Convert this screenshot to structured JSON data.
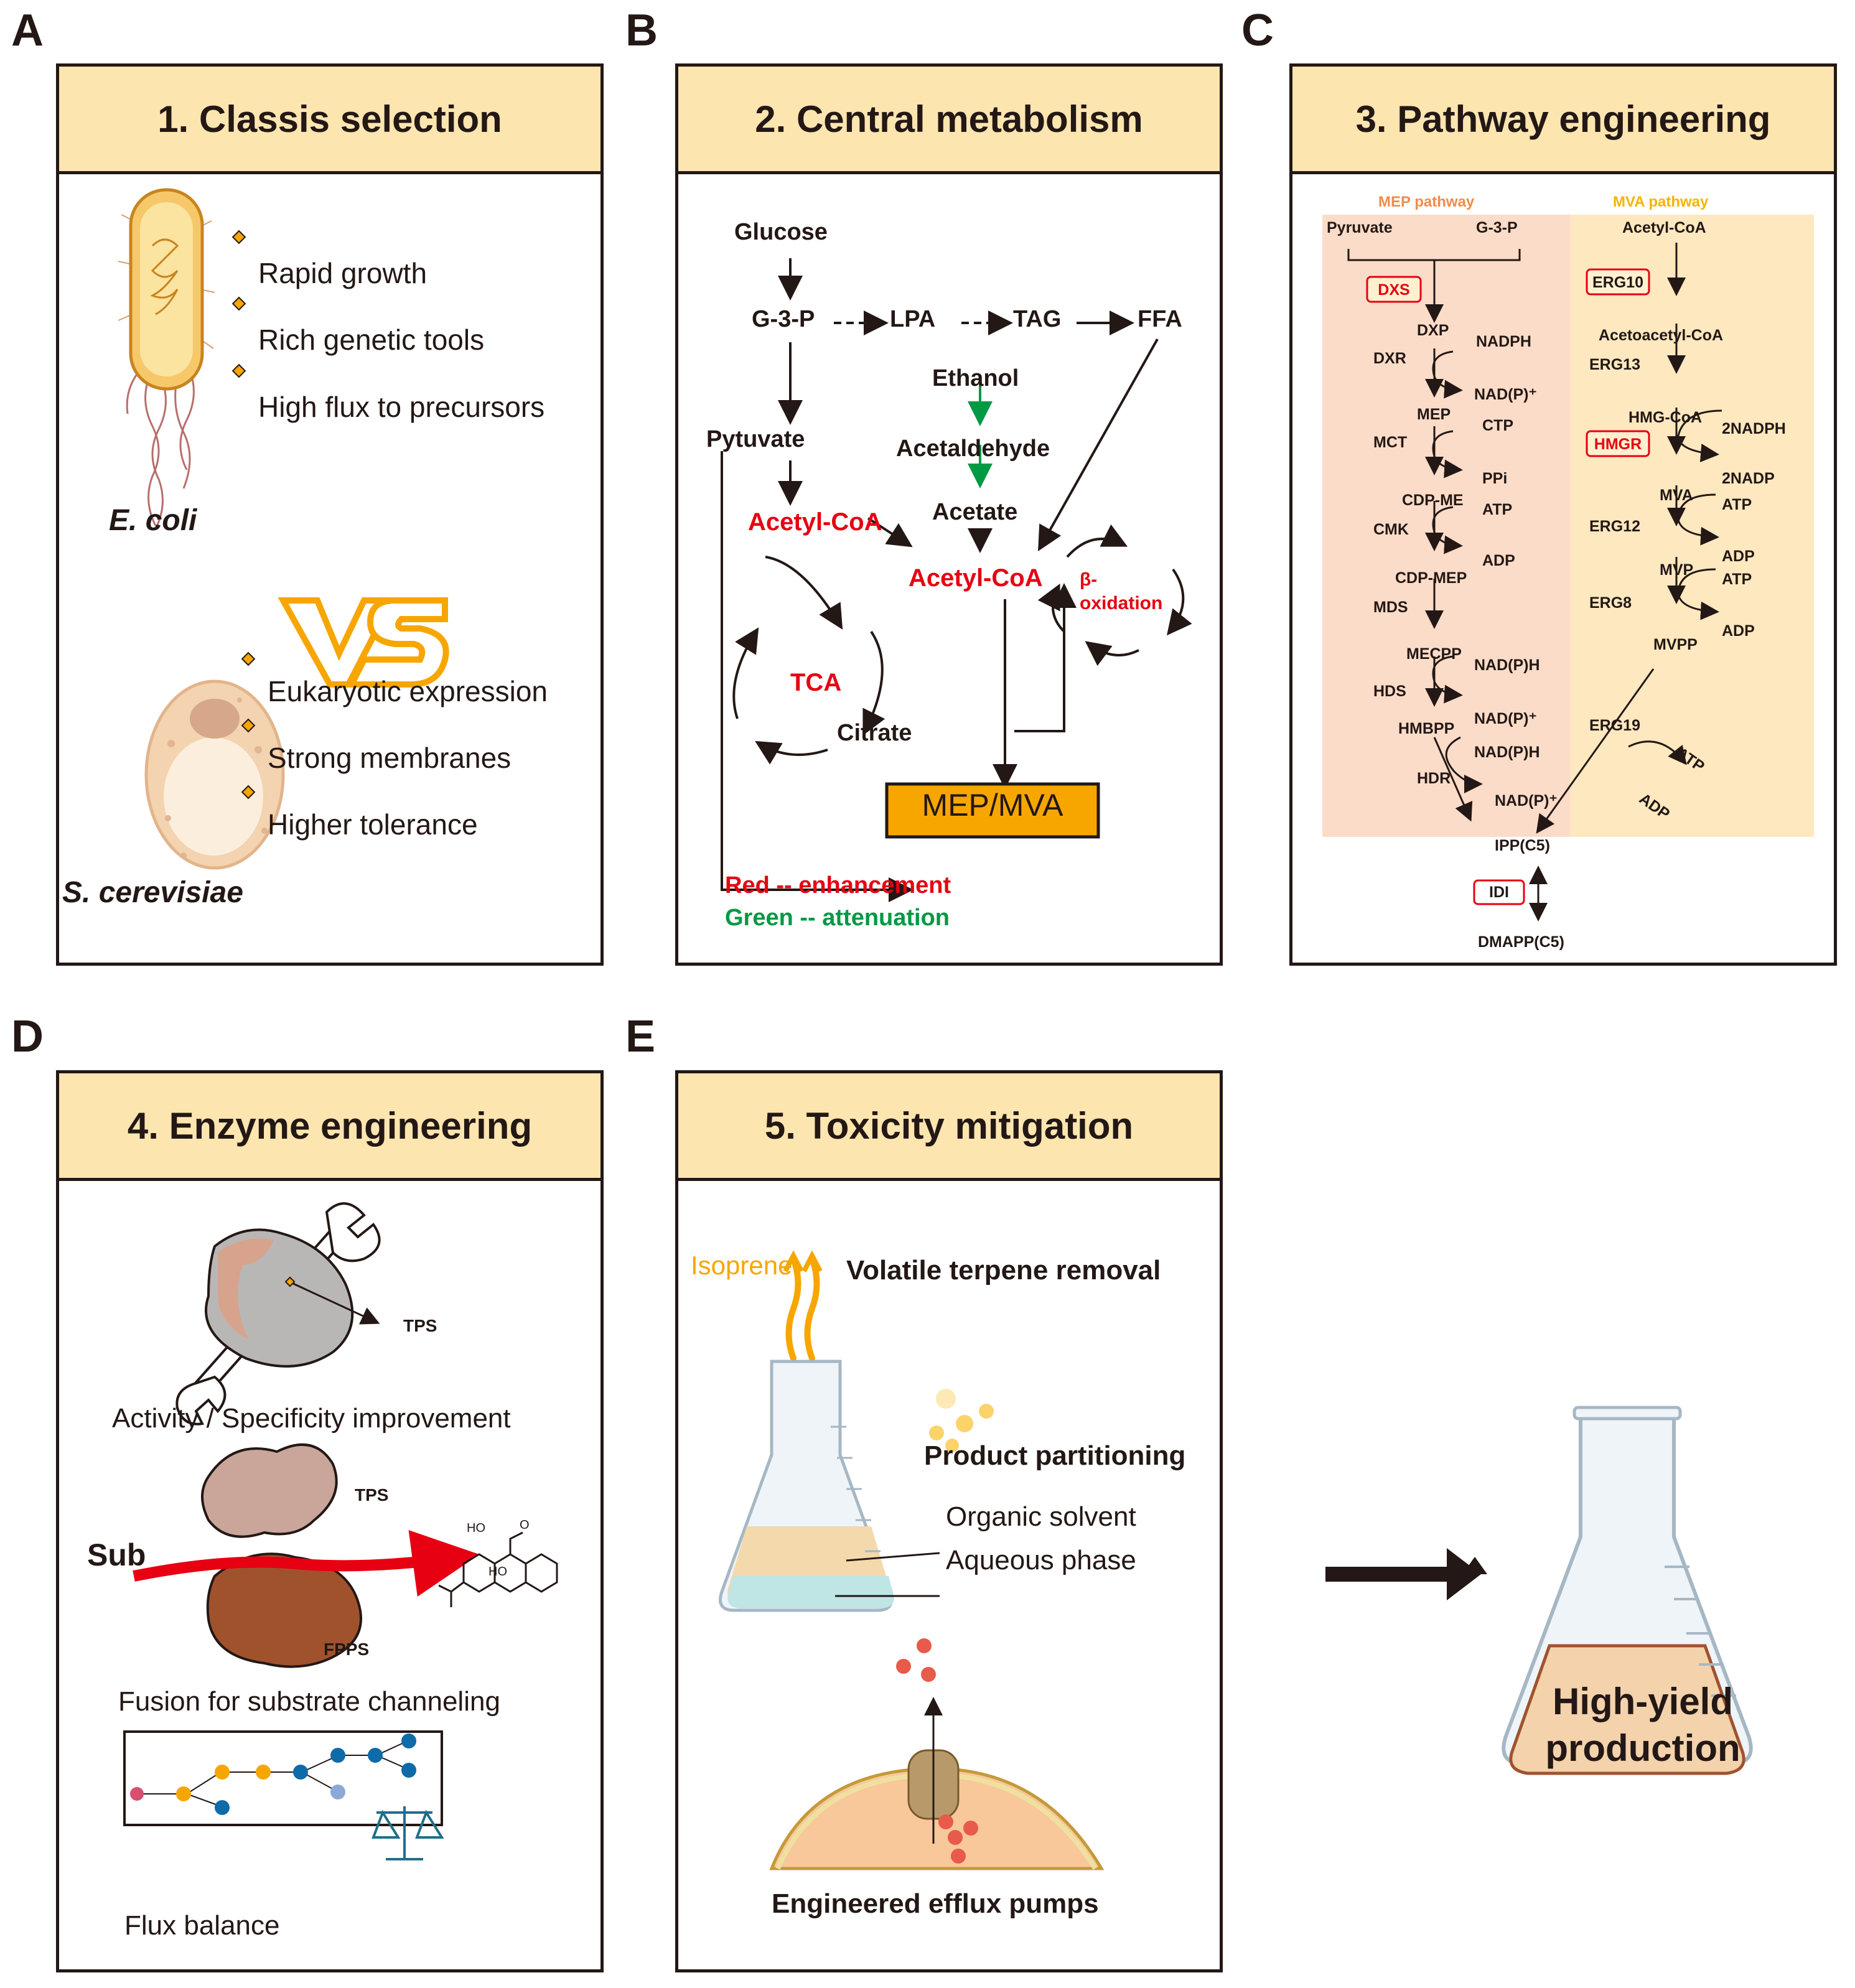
{
  "panels": {
    "A": {
      "letter": "A",
      "title": "1. Classis selection",
      "ecoli": {
        "name": "E. coli",
        "features": [
          "Rapid growth",
          "Rich genetic tools",
          "High flux to precursors"
        ]
      },
      "vs": "VS",
      "yeast": {
        "name": "S. cerevisiae",
        "features": [
          "Eukaryotic expression",
          "Strong membranes",
          "Higher tolerance"
        ]
      }
    },
    "B": {
      "letter": "B",
      "title": "2. Central metabolism",
      "nodes": {
        "glucose": "Glucose",
        "g3p": "G-3-P",
        "lpa": "LPA",
        "tag": "TAG",
        "ffa": "FFA",
        "ethanol": "Ethanol",
        "pytuvate": "Pytuvate",
        "acetaldehyde": "Acetaldehyde",
        "acetate": "Acetate",
        "acetylcoa1": "Acetyl-CoA",
        "acetylcoa2": "Acetyl-CoA",
        "tca": "TCA",
        "citrate": "Citrate",
        "beta": "β-",
        "oxidation": "oxidation",
        "mepmva": "MEP/MVA"
      },
      "legend": {
        "red": "Red -- enhancement",
        "green": "Green -- attenuation"
      }
    },
    "C": {
      "letter": "C",
      "title": "3. Pathway engineering",
      "mep": {
        "header": "MEP pathway",
        "pyruvate": "Pyruvate",
        "g3p": "G-3-P",
        "dxs": "DXS",
        "dxp": "DXP",
        "dxr": "DXR",
        "nadph": "NADPH",
        "nadp_plus": "NAD(P)⁺",
        "mep": "MEP",
        "mct": "MCT",
        "ctp": "CTP",
        "ppi": "PPi",
        "cdpme": "CDP-ME",
        "cmk": "CMK",
        "atp": "ATP",
        "adp": "ADP",
        "cdpmep": "CDP-MEP",
        "mds": "MDS",
        "mecpp": "MECPP",
        "hds": "HDS",
        "nadph2": "NAD(P)H",
        "nadp2": "NAD(P)⁺",
        "hmbpp": "HMBPP",
        "hdr": "HDR",
        "nadph3": "NAD(P)H",
        "nadp3": "NAD(P)⁺"
      },
      "mva": {
        "header": "MVA pathway",
        "acetylcoa": "Acetyl-CoA",
        "erg10": "ERG10",
        "acetoacetyl": "Acetoacetyl-CoA",
        "erg13": "ERG13",
        "hmgcoa": "HMG-CoA",
        "hmgr": "HMGR",
        "nadph2": "2NADPH",
        "nadp2": "2NADP",
        "mva": "MVA",
        "erg12": "ERG12",
        "atp1": "ATP",
        "adp1": "ADP",
        "mvp": "MVP",
        "erg8": "ERG8",
        "atp2": "ATP",
        "adp2": "ADP",
        "mvpp": "MVPP",
        "erg19": "ERG19",
        "atp3": "ATP",
        "adp3": "ADP"
      },
      "ipp": "IPP(C5)",
      "idi": "IDI",
      "dmapp": "DMAPP(C5)"
    },
    "D": {
      "letter": "D",
      "title": "4. Enzyme engineering",
      "tps1": "TPS",
      "activity": "Activity / Specificity improvement",
      "sub": "Sub",
      "tps2": "TPS",
      "fpps": "FPPS",
      "fusion": "Fusion for substrate channeling",
      "flux": "Flux balance",
      "ho1": "HO",
      "ho2": "HO",
      "o": "O"
    },
    "E": {
      "letter": "E",
      "title": "5. Toxicity mitigation",
      "isoprene": "Isoprene",
      "volatile": "Volatile terpene removal",
      "partitioning": "Product partitioning",
      "organic": "Organic solvent",
      "aqueous": "Aqueous phase",
      "efflux": "Engineered efflux pumps"
    },
    "final": {
      "line1": "High-yield",
      "line2": "production"
    }
  },
  "colors": {
    "red": "#e60012",
    "green": "#009944",
    "orange": "#f7a600",
    "mep_header": "#f08c4a",
    "mva_header": "#f5b400",
    "head_bg": "#fde5b0",
    "mep_bg": "#fbdcc8",
    "mva_bg": "#fde8bf",
    "dark": "#231815"
  }
}
